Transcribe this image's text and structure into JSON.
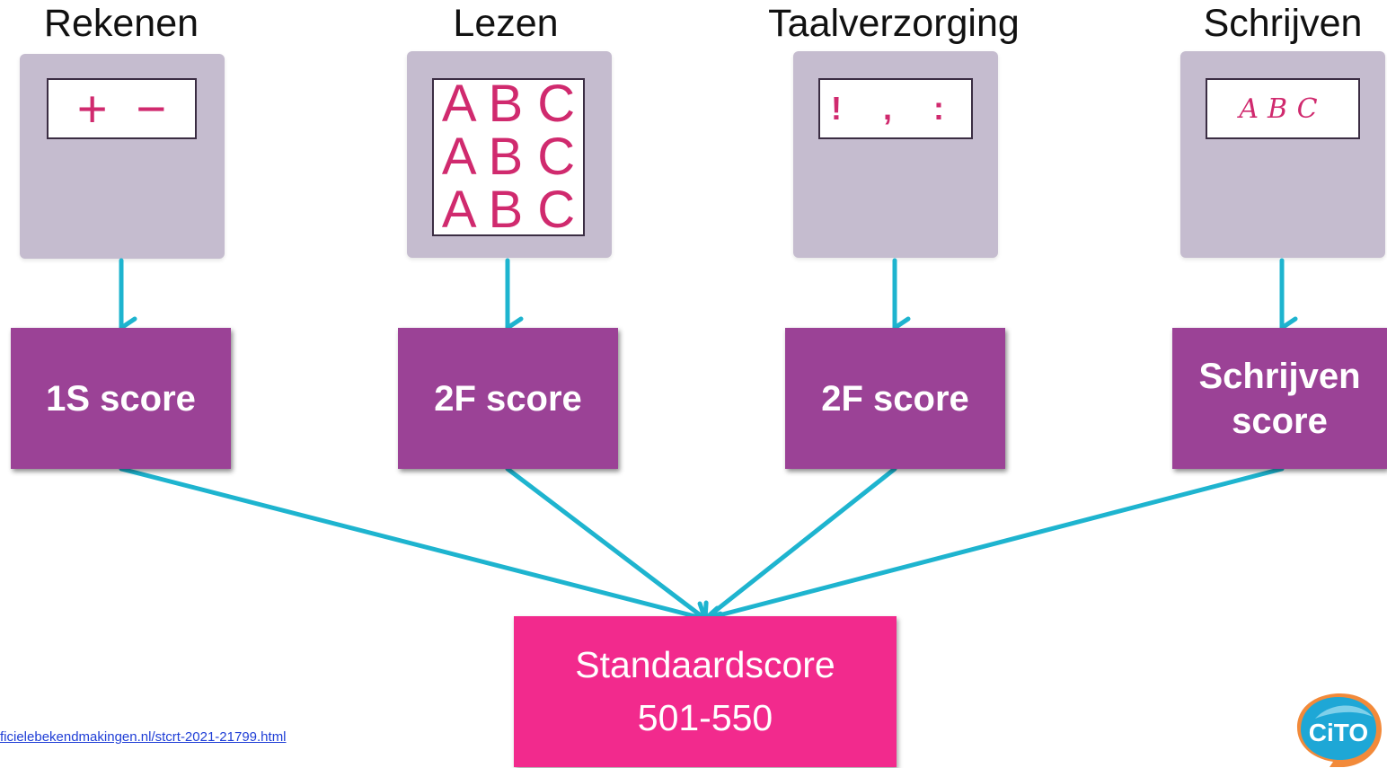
{
  "subjects": [
    {
      "title": "Rekenen",
      "score_label": "1S score"
    },
    {
      "title": "Lezen",
      "score_label": "2F score"
    },
    {
      "title": "Taalverzorging",
      "score_label": "2F score"
    },
    {
      "title": "Schrijven",
      "score_label": "Schrijven score"
    }
  ],
  "icons": {
    "rekenen": [
      "+",
      "−"
    ],
    "lezen": [
      "A B C",
      "A B C",
      "A B C"
    ],
    "taalverzorging": "! , :",
    "schrijven": "ABC"
  },
  "result": {
    "line1": "Standaardscore",
    "line2": "501-550"
  },
  "source_link": "ficielebekendmakingen.nl/stcrt-2021-21799.html",
  "logo_text": "CiTO",
  "colors": {
    "tile": "#c5bccf",
    "score_box": "#9b4296",
    "result_box": "#f22a8d",
    "arrow": "#1eb4cf",
    "icon_glyph": "#d02a6e"
  }
}
